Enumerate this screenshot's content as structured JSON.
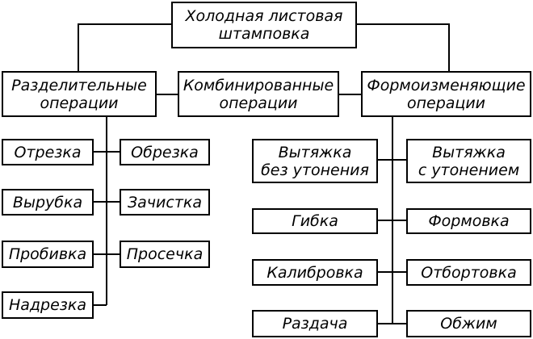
{
  "diagram": {
    "root": {
      "line1": "Холодная листовая",
      "line2": "штамповка"
    },
    "categories": {
      "separating": {
        "line1": "Разделительные",
        "line2": "операции"
      },
      "combined": {
        "line1": "Комбинированные",
        "line2": "операции"
      },
      "forming": {
        "line1": "Формоизменяющие",
        "line2": "операции"
      }
    },
    "separating_ops": {
      "cutting": "Отрезка",
      "trimming": "Обрезка",
      "blanking": "Вырубка",
      "shaving": "Зачистка",
      "piercing": "Пробивка",
      "lancing": "Просечка",
      "notching": "Надрезка"
    },
    "forming_ops": {
      "drawing_no_thinning": {
        "line1": "Вытяжка",
        "line2": "без утонения"
      },
      "drawing_thinning": {
        "line1": "Вытяжка",
        "line2": "с утонением"
      },
      "bending": "Гибка",
      "shaping": "Формовка",
      "sizing": "Калибровка",
      "flanging": "Отбортовка",
      "expanding": "Раздача",
      "crimping": "Обжим"
    }
  }
}
